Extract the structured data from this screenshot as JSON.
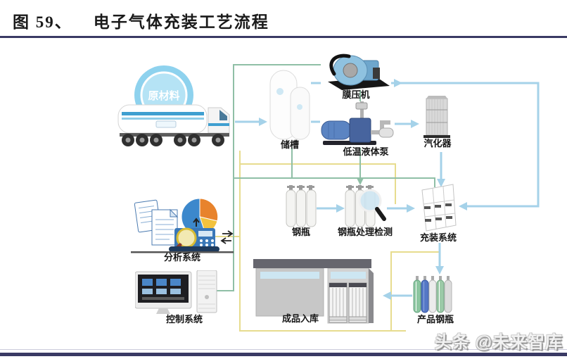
{
  "header": {
    "figure_label": "图 59、",
    "title": "电子气体充装工艺流程"
  },
  "watermark": {
    "text": "头条 @未来智库"
  },
  "nodes": {
    "raw_material": {
      "label": "原材料"
    },
    "storage_tank": {
      "label": "储槽"
    },
    "membrane_compressor": {
      "label": "膜压机"
    },
    "cryogenic_liquid_pump": {
      "label": "低温液体泵"
    },
    "vaporizer": {
      "label": "汽化器"
    },
    "cylinders": {
      "label": "钢瓶"
    },
    "cylinder_treatment_inspection": {
      "label": "钢瓶处理检测"
    },
    "filling_system": {
      "label": "充装系统"
    },
    "analysis_system": {
      "label": "分析系统"
    },
    "control_system": {
      "label": "控制系统"
    },
    "finished_goods_warehouse": {
      "label": "成品入库"
    },
    "product_cylinders": {
      "label": "产品钢瓶"
    }
  },
  "edges": [
    {
      "from": "raw_material",
      "to": "storage_tank",
      "line": "blue"
    },
    {
      "from": "storage_tank",
      "to": "membrane_compressor",
      "line": "blue"
    },
    {
      "from": "storage_tank",
      "to": "cryogenic_liquid_pump",
      "line": "blue"
    },
    {
      "from": "cryogenic_liquid_pump",
      "to": "vaporizer",
      "line": "blue"
    },
    {
      "from": "membrane_compressor",
      "to": "filling_system",
      "line": "blue"
    },
    {
      "from": "vaporizer",
      "to": "filling_system",
      "line": "blue"
    },
    {
      "from": "cylinders",
      "to": "cylinder_treatment_inspection",
      "line": "blue"
    },
    {
      "from": "cylinder_treatment_inspection",
      "to": "filling_system",
      "line": "blue"
    },
    {
      "from": "filling_system",
      "to": "product_cylinders",
      "line": "blue"
    },
    {
      "from": "product_cylinders",
      "to": "finished_goods_warehouse",
      "line": "blue"
    },
    {
      "from": "control_system",
      "to": "cylinder_treatment_inspection",
      "line": "green"
    },
    {
      "from": "control_system",
      "to": "filling_system",
      "line": "green"
    },
    {
      "from": "storage_tank",
      "to": "control_system",
      "line": "green"
    },
    {
      "from": "analysis_system",
      "to": "raw_material",
      "line": "yellow"
    },
    {
      "from": "analysis_system",
      "to": "cylinder_treatment_inspection",
      "line": "yellow"
    },
    {
      "from": "analysis_system",
      "to": "filling_system",
      "line": "yellow"
    }
  ],
  "colors": {
    "flow_blue": "#a5d2e9",
    "signal_green": "#8fbfa6",
    "signal_yellow": "#e7dc8e",
    "rule_navy": "#3a3a64",
    "title_ink": "#1a1a1a"
  }
}
